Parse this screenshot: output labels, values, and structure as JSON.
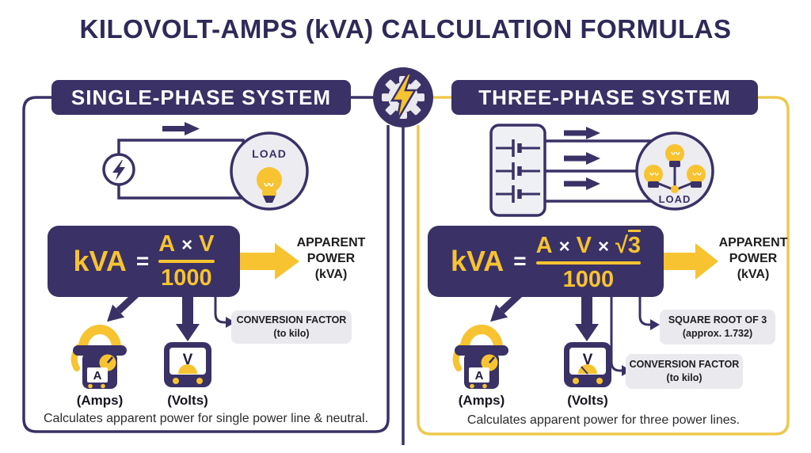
{
  "title": "KILOVOLT-AMPS (kVA) CALCULATION FORMULAS",
  "colors": {
    "navy": "#3a3166",
    "yellow": "#f7c331",
    "panel_border_yellow": "#eec84e",
    "note_bg": "#e9e9ee",
    "load_circle_fill": "#ececf1",
    "dark_text": "#1d1d1d",
    "title_text": "#2e2a58"
  },
  "left": {
    "header": "SINGLE-PHASE SYSTEM",
    "load": "LOAD",
    "formula": {
      "lhs": "kVA",
      "eq": "=",
      "a": "A",
      "x1": "×",
      "v": "V",
      "den": "1000"
    },
    "apparent": {
      "l1": "APPARENT",
      "l2": "POWER",
      "l3": "(kVA)"
    },
    "meterA": "A",
    "meterV": "V",
    "amps": "(Amps)",
    "volts": "(Volts)",
    "conversion": {
      "l1": "CONVERSION FACTOR",
      "l2": "(to kilo)"
    },
    "caption": "Calculates apparent power for single power line & neutral."
  },
  "right": {
    "header": "THREE-PHASE SYSTEM",
    "load": "LOAD",
    "formula": {
      "lhs": "kVA",
      "eq": "=",
      "a": "A",
      "x1": "×",
      "v": "V",
      "x2": "×",
      "radical": "√",
      "three": "3",
      "den": "1000"
    },
    "apparent": {
      "l1": "APPARENT",
      "l2": "POWER",
      "l3": "(kVA)"
    },
    "meterA": "A",
    "meterV": "V",
    "amps": "(Amps)",
    "volts": "(Volts)",
    "sqrt_note": {
      "l1": "SQUARE ROOT OF 3",
      "l2": "(approx. 1.732)"
    },
    "conversion": {
      "l1": "CONVERSION FACTOR",
      "l2": "(to kilo)"
    },
    "caption": "Calculates apparent power for three power lines."
  }
}
